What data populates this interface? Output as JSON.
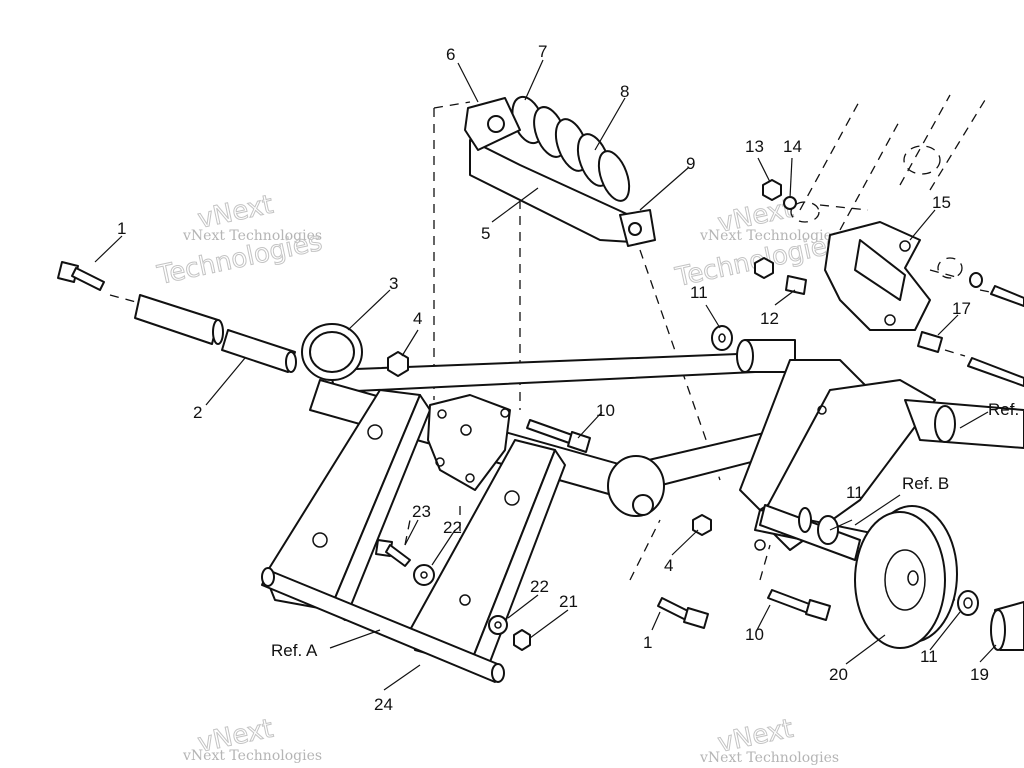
{
  "callouts": {
    "c1a": "1",
    "c1b": "1",
    "c2": "2",
    "c3": "3",
    "c4a": "4",
    "c4b": "4",
    "c5": "5",
    "c6": "6",
    "c7": "7",
    "c8": "8",
    "c9": "9",
    "c10a": "10",
    "c10b": "10",
    "c11a": "11",
    "c11b": "11",
    "c11c": "11",
    "c12": "12",
    "c13": "13",
    "c14": "14",
    "c15": "15",
    "c17": "17",
    "c19": "19",
    "c20": "20",
    "c21": "21",
    "c22a": "22",
    "c22b": "22",
    "c23": "23",
    "c24": "24",
    "refA": "Ref. A",
    "refB": "Ref. B",
    "refC": "Ref."
  },
  "watermark": {
    "company": "vNext Technologies",
    "line1": "vNext",
    "line2": "Technologies"
  }
}
